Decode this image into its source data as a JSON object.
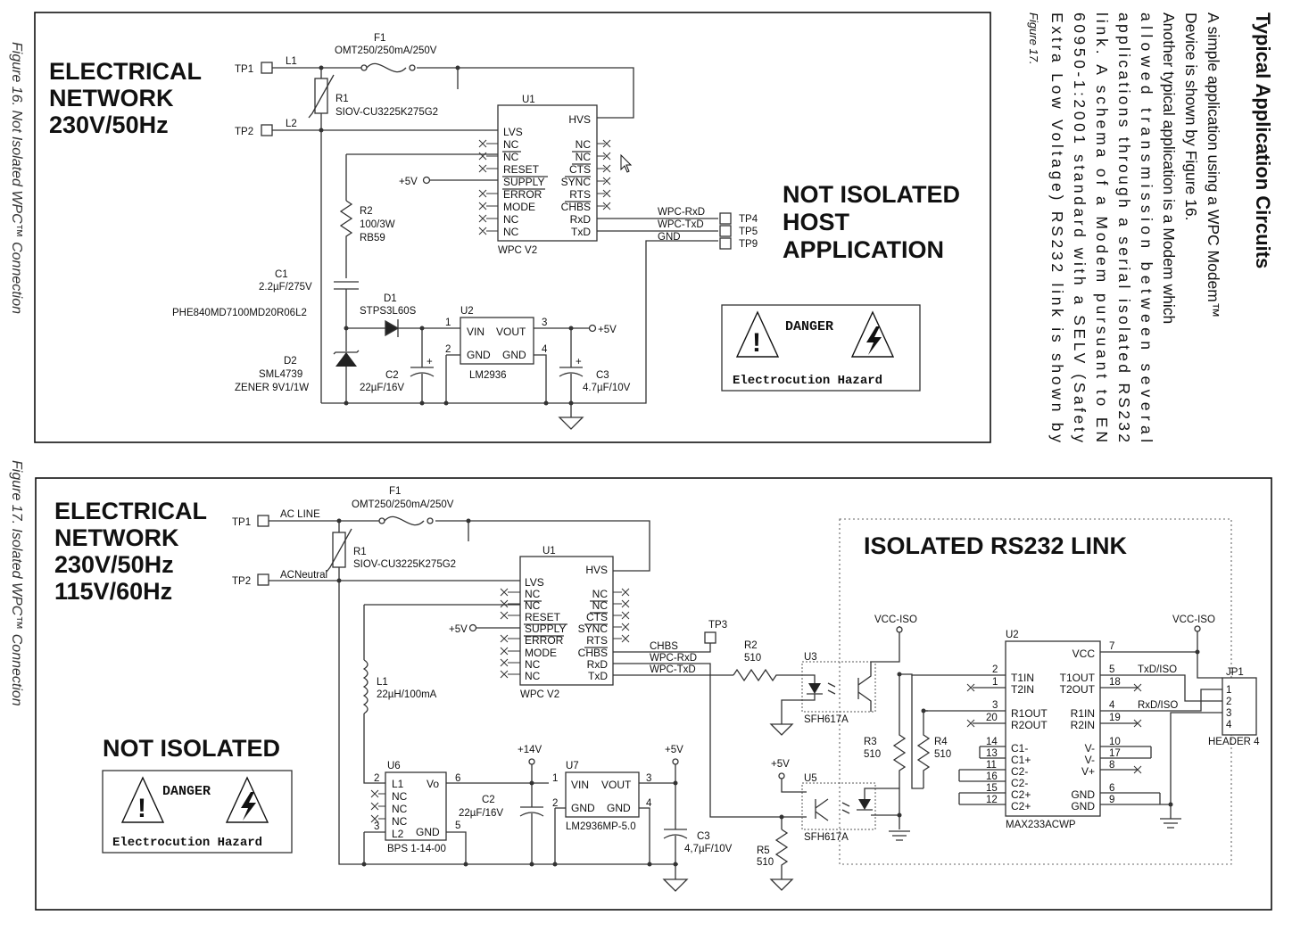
{
  "side_text": {
    "title": "Typical Application Circuits",
    "lines": [
      "A simple application using a WPC Modem™",
      "Device is shown by Figure 16.",
      "Another typical application is a Modem which",
      "allowed transmission between several",
      "applications through a serial isolated RS232",
      "link. A schema of a Modem pursuant to EN",
      "60950-1:2001 standard with a SELV (Safety",
      "Extra Low Voltage) RS232 link is shown by",
      "Figure 17."
    ]
  },
  "figure16": {
    "caption": "Figure 16. Not Isolated WPC™ Connection",
    "network_lines": [
      "ELECTRICAL",
      "NETWORK",
      "230V/50Hz"
    ],
    "host_lines": [
      "NOT ISOLATED",
      "HOST",
      "APPLICATION"
    ],
    "tp1": "TP1",
    "tp2": "TP2",
    "l1": "L1",
    "l2": "L2",
    "f1": "F1",
    "f1_part": "OMT250/250mA/250V",
    "r1": "R1",
    "r1_part": "SIOV-CU3225K275G2",
    "r2": "R2",
    "r2_val": "100/3W",
    "r2_part": "RB59",
    "c1": "C1",
    "c1_val": "2.2µF/275V",
    "c1_part": "PHE840MD7100MD20R06L2",
    "d1": "D1",
    "d1_part": "STPS3L60S",
    "d2": "D2",
    "d2_part": "SML4739",
    "d2_val": "ZENER 9V1/1W",
    "c2": "C2",
    "c2_val": "22µF/16V",
    "c3": "C3",
    "c3_val": "4.7µF/10V",
    "u1": "U1",
    "u1_part": "WPC V2",
    "u1_left_pins": [
      "LVS",
      "NC",
      "NC",
      "RESET",
      "SUPPLY",
      "ERROR",
      "MODE",
      "NC",
      "NC"
    ],
    "u1_right_pins": [
      "HVS",
      "NC",
      "NC",
      "CTS",
      "SYNC",
      "RTS",
      "CHBS",
      "RxD",
      "TxD"
    ],
    "supply": "+5V",
    "u2": "U2",
    "u2_part": "LM2936",
    "u2_pins": [
      "VIN",
      "VOUT",
      "GND",
      "GND"
    ],
    "u2_numbers": [
      "1",
      "2",
      "3",
      "4"
    ],
    "out_supply": "+5V",
    "nets": [
      "WPC-RxD",
      "WPC-TxD",
      "GND"
    ],
    "tps": [
      "TP4",
      "TP5",
      "TP9"
    ],
    "danger": "DANGER",
    "hazard": "Electrocution Hazard"
  },
  "figure17": {
    "caption": "Figure 17. Isolated WPC™ Connection",
    "network_lines": [
      "ELECTRICAL",
      "NETWORK",
      "230V/50Hz",
      "115V/60Hz"
    ],
    "not_isolated": "NOT ISOLATED",
    "isolated": "ISOLATED RS232 LINK",
    "tp1": "TP1",
    "tp2": "TP2",
    "ac_line": "AC LINE",
    "ac_neutral": "ACNeutral",
    "f1": "F1",
    "f1_part": "OMT250/250mA/250V",
    "r1": "R1",
    "r1_part": "SIOV-CU3225K275G2",
    "l1": "L1",
    "l1_val": "22µH/100mA",
    "u1": "U1",
    "u1_part": "WPC V2",
    "u1_left_pins": [
      "LVS",
      "NC",
      "NC",
      "RESET",
      "SUPPLY",
      "ERROR",
      "MODE",
      "NC",
      "NC"
    ],
    "u1_right_pins": [
      "HVS",
      "NC",
      "NC",
      "CTS",
      "SYNC",
      "RTS",
      "CHBS",
      "RxD",
      "TxD"
    ],
    "supply": "+5V",
    "nets": [
      "CHBS",
      "WPC-RxD",
      "WPC-TxD"
    ],
    "tp3": "TP3",
    "r2": "R2",
    "r2_val": "510",
    "u3": "U3",
    "u3_part": "SFH617A",
    "u5": "U5",
    "u5_part": "SFH617A",
    "vcc_iso": "VCC-ISO",
    "r3": "R3",
    "r3_val": "510",
    "r4": "R4",
    "r4_val": "510",
    "r5": "R5",
    "r5_val": "510",
    "plus5": "+5V",
    "plus14": "+14V",
    "u6": "U6",
    "u6_part": "BPS 1-14-00",
    "u6_pins": [
      "L1",
      "NC",
      "NC",
      "NC",
      "L2",
      "Vo",
      "GND"
    ],
    "u6_numbers": [
      "2",
      "3",
      "6",
      "5"
    ],
    "c2": "C2",
    "c2_val": "22µF/16V",
    "u7": "U7",
    "u7_part": "LM2936MP-5.0",
    "u7_pins": [
      "VIN",
      "VOUT",
      "GND",
      "GND"
    ],
    "u7_numbers": [
      "1",
      "2",
      "3",
      "4"
    ],
    "c3": "C3",
    "c3_val": "4,7µF/10V",
    "u2": "U2",
    "u2_part": "MAX233ACWP",
    "u2_left_pins": [
      "T1IN",
      "T2IN",
      "R1OUT",
      "R2OUT",
      "C1-",
      "C1+",
      "C2-",
      "C2-",
      "C2+",
      "C2+"
    ],
    "u2_left_nums": [
      "2",
      "1",
      "3",
      "20",
      "14",
      "13",
      "11",
      "16",
      "15",
      "12"
    ],
    "u2_right_pins": [
      "VCC",
      "T1OUT",
      "T2OUT",
      "R1IN",
      "R2IN",
      "V-",
      "V-",
      "V+",
      "GND",
      "GND"
    ],
    "u2_right_nums": [
      "7",
      "5",
      "18",
      "4",
      "19",
      "10",
      "17",
      "8",
      "6",
      "9"
    ],
    "txd_iso": "TxD/ISO",
    "rxd_iso": "RxD/ISO",
    "jp1": "JP1",
    "jp1_part": "HEADER 4",
    "jp1_pins": [
      "1",
      "2",
      "3",
      "4"
    ],
    "danger": "DANGER",
    "hazard": "Electrocution Hazard"
  }
}
